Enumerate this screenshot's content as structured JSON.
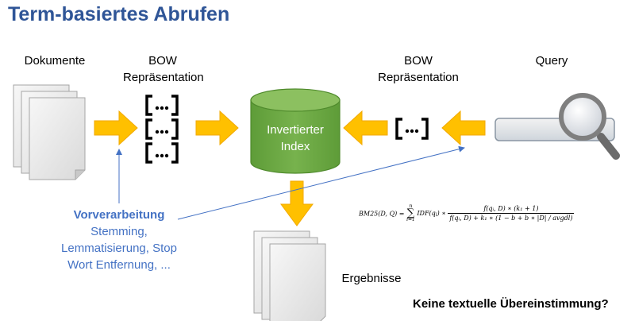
{
  "title": "Term-basiertes Abrufen",
  "labels": {
    "dokumente": "Dokumente",
    "bow_left_line1": "BOW",
    "bow_left_line2": "Repräsentation",
    "bow_right_line1": "BOW",
    "bow_right_line2": "Repräsentation",
    "query": "Query",
    "index_line1": "Invertierter",
    "index_line2": "Index",
    "ergebnisse": "Ergebnisse",
    "bracket_text": "…"
  },
  "preprocessing": {
    "heading": "Vorverarbeitung",
    "line1": "Stemming,",
    "line2": "Lemmatisierung, Stop",
    "line3": "Wort Entfernung, ..."
  },
  "formula": {
    "lhs": "BM25(D, Q) = ",
    "sum": "∑",
    "sum_upper": "n",
    "sum_lower": "i=1",
    "idf": "IDF(q",
    "numerator": "f(qᵢ, D) ∗ (k₁ + 1)",
    "denominator": "f(qᵢ, D) + k₁ ∗ (1 − b + b ∗ |D| / avgdl)"
  },
  "footnote": "Keine textuelle Übereinstimmung?",
  "colors": {
    "title": "#2f5597",
    "accent_blue": "#4472c4",
    "arrow_fill": "#ffc000",
    "arrow_stroke": "#f2a900",
    "cylinder": "#70ad47",
    "cylinder_dark": "#4f8a2c",
    "paper_stroke": "#a6a6a6"
  }
}
